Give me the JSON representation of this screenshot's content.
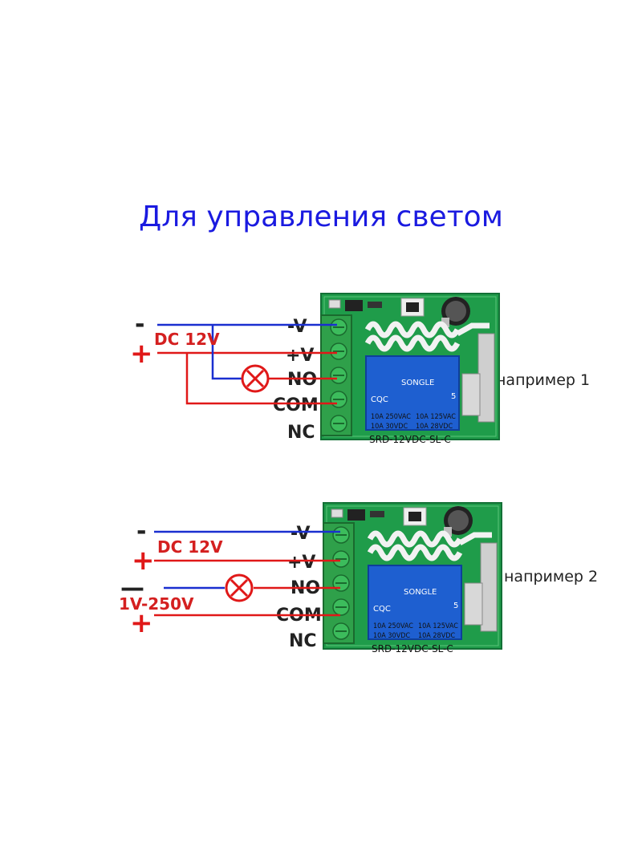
{
  "title": "Для управления светом",
  "examples": [
    {
      "label": "например 1",
      "terminals": [
        "-V",
        "+V",
        "NO",
        "COM",
        "NC"
      ],
      "supply": {
        "minus": "-",
        "plus": "+",
        "voltage": "DC 12V"
      },
      "relay": {
        "brand": "SONGLE",
        "rating_left": [
          "10A 250VAC",
          "10A 30VDC"
        ],
        "rating_right": [
          "10A 125VAC",
          "10A 28VDC"
        ],
        "model": "SRD-12VDC-SL-C",
        "cert": "CQC",
        "pins": "5"
      }
    },
    {
      "label": "например 2",
      "terminals": [
        "-V",
        "+V",
        "NO",
        "COM",
        "NC"
      ],
      "supply": {
        "minus": "-",
        "plus": "+",
        "voltage": "DC 12V"
      },
      "load_supply": {
        "minus": "—",
        "plus": "+",
        "voltage": "1V-250V"
      },
      "relay": {
        "brand": "SONGLE",
        "rating_left": [
          "10A 250VAC",
          "10A 30VDC"
        ],
        "rating_right": [
          "10A 125VAC",
          "10A 28VDC"
        ],
        "model": "SRD-12VDC-SL-C",
        "cert": "CQC",
        "pins": "5"
      }
    }
  ],
  "colors": {
    "title": "#1a1ae0",
    "wire_positive": "#e01818",
    "wire_negative": "#1a2fd0",
    "pcb": "#1f9c4a",
    "relay": "#1e5fd0",
    "terminal_block": "#2fa04a"
  }
}
